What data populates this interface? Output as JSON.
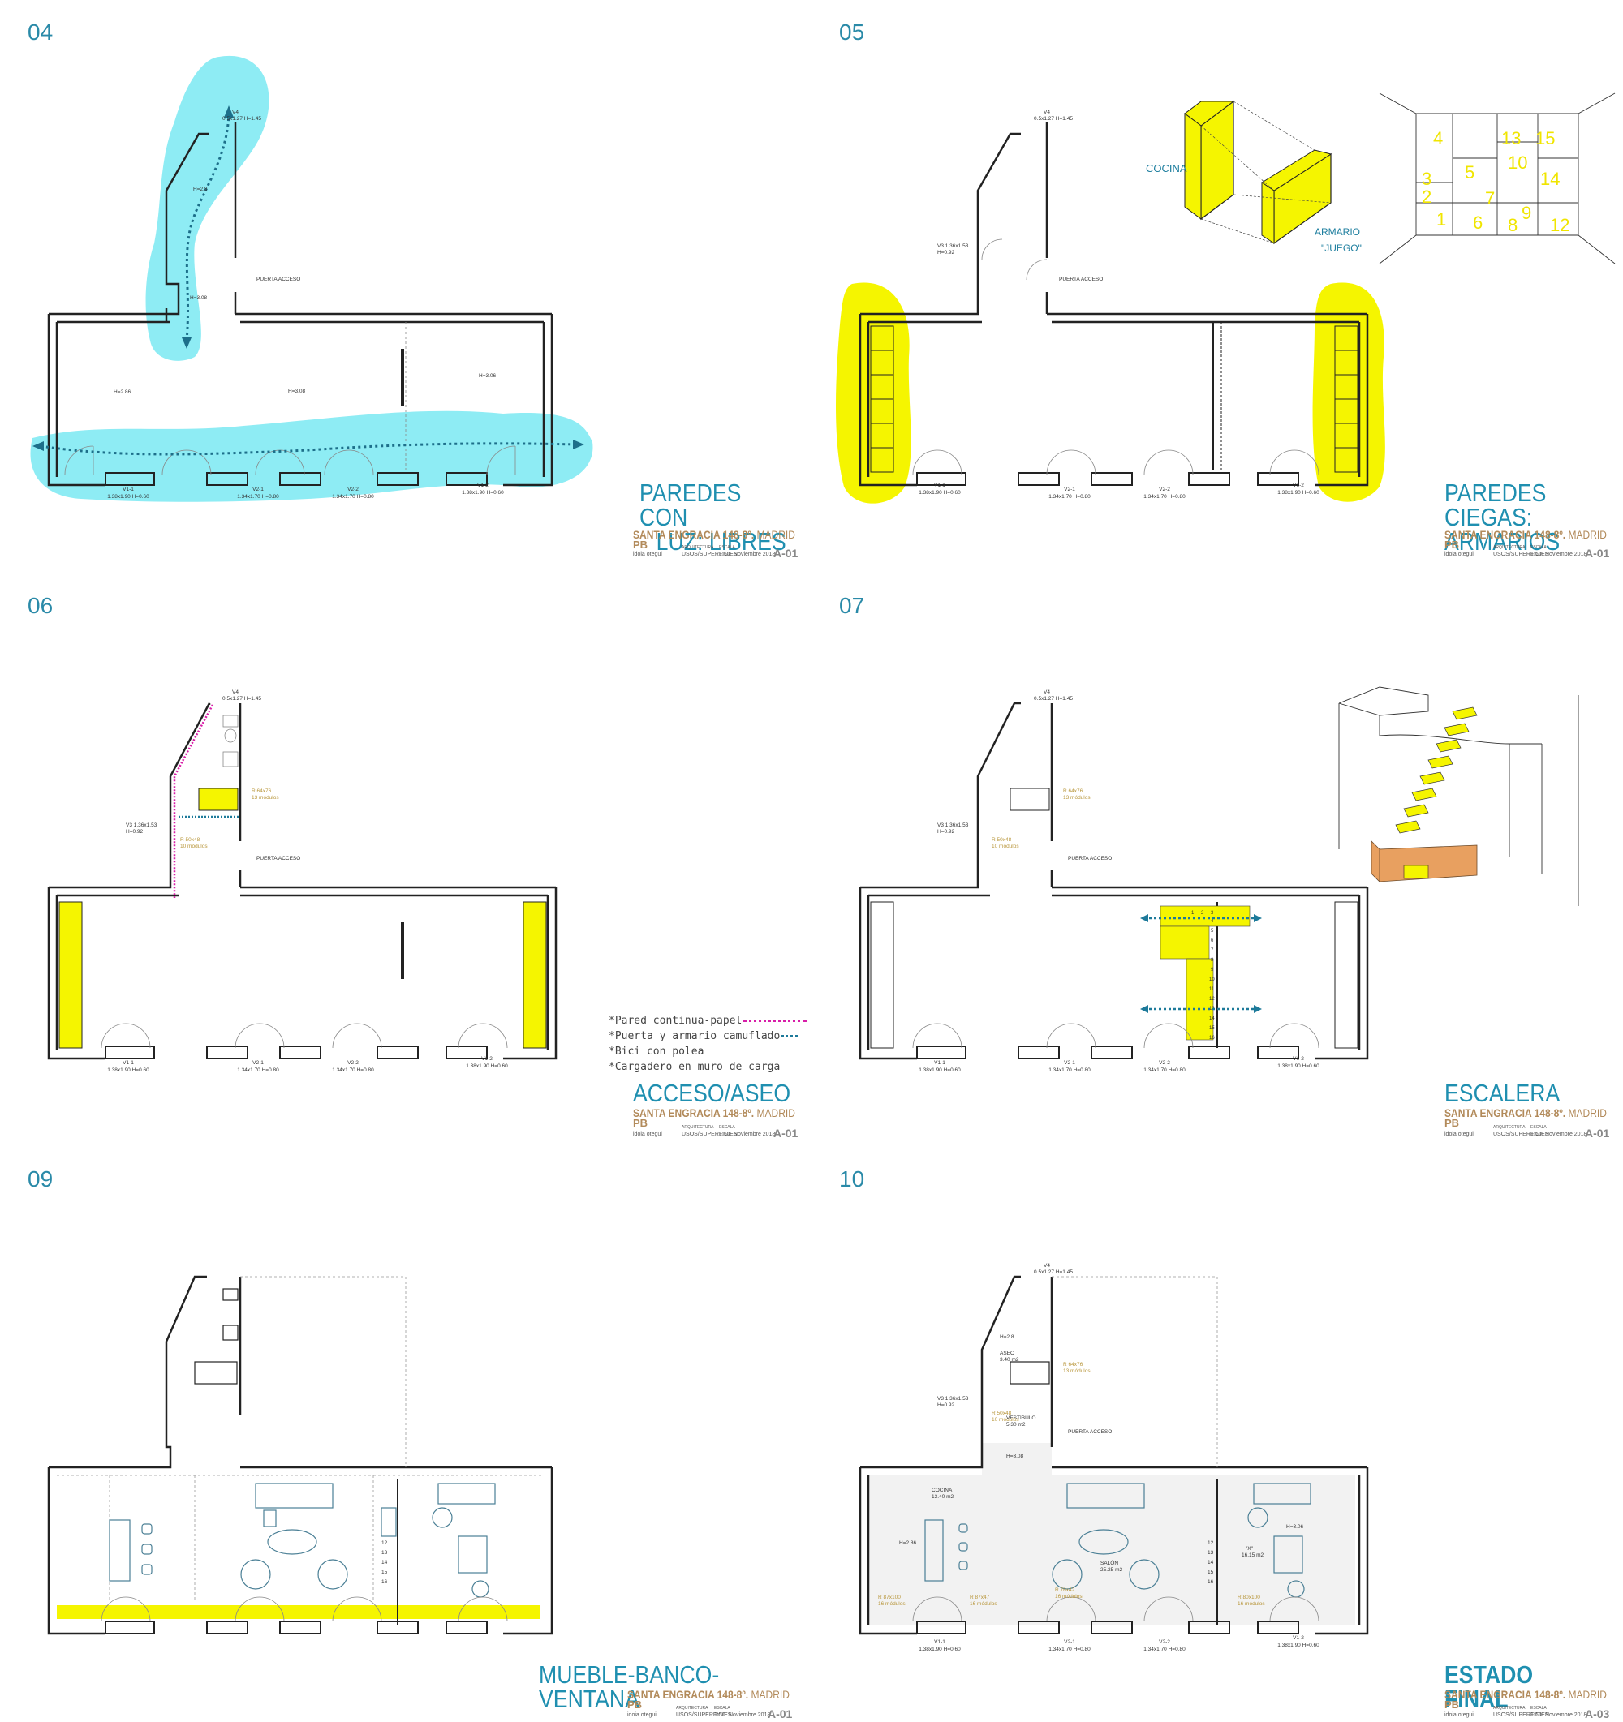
{
  "panels": [
    {
      "number": "04",
      "title_lines": [
        "PAREDES CON",
        "LUZ: LIBRES"
      ],
      "code": "A-01"
    },
    {
      "number": "05",
      "title_lines": [
        "PAREDES CIEGAS:",
        "ARMARIOS"
      ],
      "code": "A-01"
    },
    {
      "number": "06",
      "title_lines": [
        "ACCESO/ASEO"
      ],
      "code": "A-01"
    },
    {
      "number": "07",
      "title_lines": [
        "ESCALERA"
      ],
      "code": "A-01"
    },
    {
      "number": "09",
      "title_lines": [
        "MUEBLE-BANCO-VENTANA"
      ],
      "code": "A-01"
    },
    {
      "number": "10",
      "title_lines": [
        "ESTADO FINAL"
      ],
      "code": "A-03"
    }
  ],
  "title_block": {
    "address": "SANTA ENGRACIA 148-8º.",
    "city": "MADRID",
    "floor": "PB",
    "author": "idoia otegui",
    "arquitectura_label": "ARQUITECTURA",
    "arquitectura_value": "USOS/SUPERFICIES",
    "escala_label": "ESCALA",
    "escala_value": "1:50",
    "date": "Noviembre 2018"
  },
  "plan_labels": {
    "v4": "V4",
    "v4_dims": "0.5x1.27 H=1.45",
    "v3": "V3 1.36x1.53",
    "v3_h": "H=0.92",
    "puerta_acceso": "PUERTA ACCESO",
    "v1_1": "V1-1",
    "v2_1": "V2-1",
    "v2_2": "V2-2",
    "v1_2": "V1-2",
    "v1_dims": "1.38x1.90  H=0.60",
    "v2_dims": "1.34x1.70 H=0.80",
    "h286": "H=2.86",
    "h308": "H=3.08",
    "h306": "H=3.06",
    "h28": "H=2.8",
    "r6476": "R 64x76",
    "r6476_mod": "13 módulos",
    "r5048": "R 50x48",
    "r5048_mod": "10 módulos"
  },
  "sketch_labels": {
    "cocina": "COCINA",
    "armario": "ARMARIO",
    "juego": "\"JUEGO\"",
    "modules": [
      "4",
      "13",
      "15",
      "5",
      "10",
      "3",
      "14",
      "2",
      "7",
      "1",
      "6",
      "8",
      "9",
      "12"
    ]
  },
  "legend_06": [
    {
      "text": "*Pared continua-papel",
      "color": "#d81ea8"
    },
    {
      "text": "*Puerta y armario camuflado",
      "color": "#1d7a9a"
    },
    {
      "text": "*Bici con polea",
      "color": ""
    },
    {
      "text": "*Cargadero en muro de carga",
      "color": ""
    }
  ],
  "stair_steps": [
    "1",
    "2",
    "3",
    "4",
    "5",
    "6",
    "7",
    "8",
    "9",
    "10",
    "11",
    "12",
    "13",
    "14",
    "15",
    "16"
  ],
  "final_labels": {
    "aseo": "ASEO",
    "aseo_area": "3.40 m2",
    "vestibulo": "VESTÍBULO",
    "vestibulo_area": "5.30 m2",
    "cocina": "COCINA",
    "cocina_area": "13.40 m2",
    "salon": "SALÓN",
    "salon_area": "25.25 m2",
    "x_room": "\"X\"",
    "x_area": "16.15 m2",
    "r8743": "R 87x100",
    "r8743_mod": "16 módulos",
    "r8747": "R 87x47",
    "r8747_mod": "16 módulos",
    "r7642": "R 76x42",
    "r7642_mod": "16 módulos",
    "r8095": "R 80x100",
    "r8095_mod": "16 módulos"
  },
  "colors": {
    "accent": "#1f8fb0",
    "gold": "#b28a5a",
    "yellow": "#f5f500",
    "cyan": "#7ae9f2",
    "magenta": "#d81ea8",
    "teal": "#1d7a9a",
    "wall": "#222222"
  }
}
